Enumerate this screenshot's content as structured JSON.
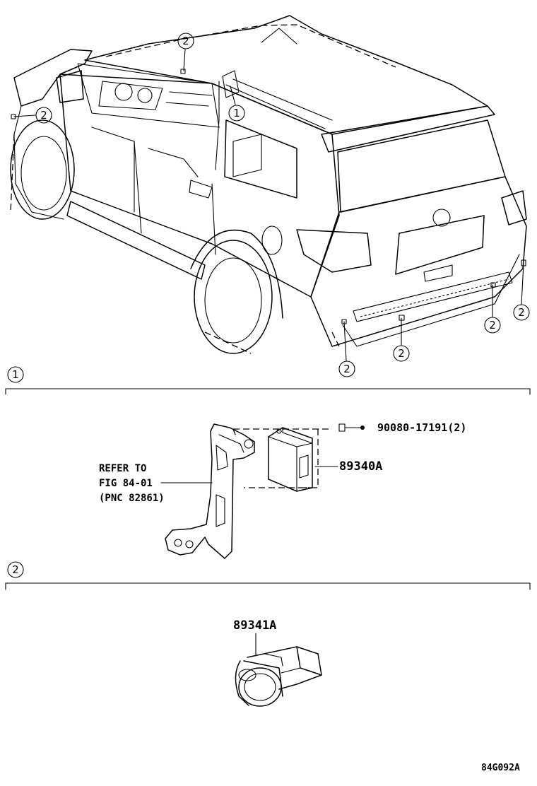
{
  "callouts": {
    "one": "1",
    "two": "2"
  },
  "section1": {
    "part_bolt": "90080-17191(2)",
    "part_computer": "89340A",
    "refer_line1": "REFER TO",
    "refer_line2": "FIG 84-01",
    "refer_line3": "(PNC 82861)"
  },
  "section2": {
    "part_sensor": "89341A"
  },
  "figure_code": "84G092A"
}
